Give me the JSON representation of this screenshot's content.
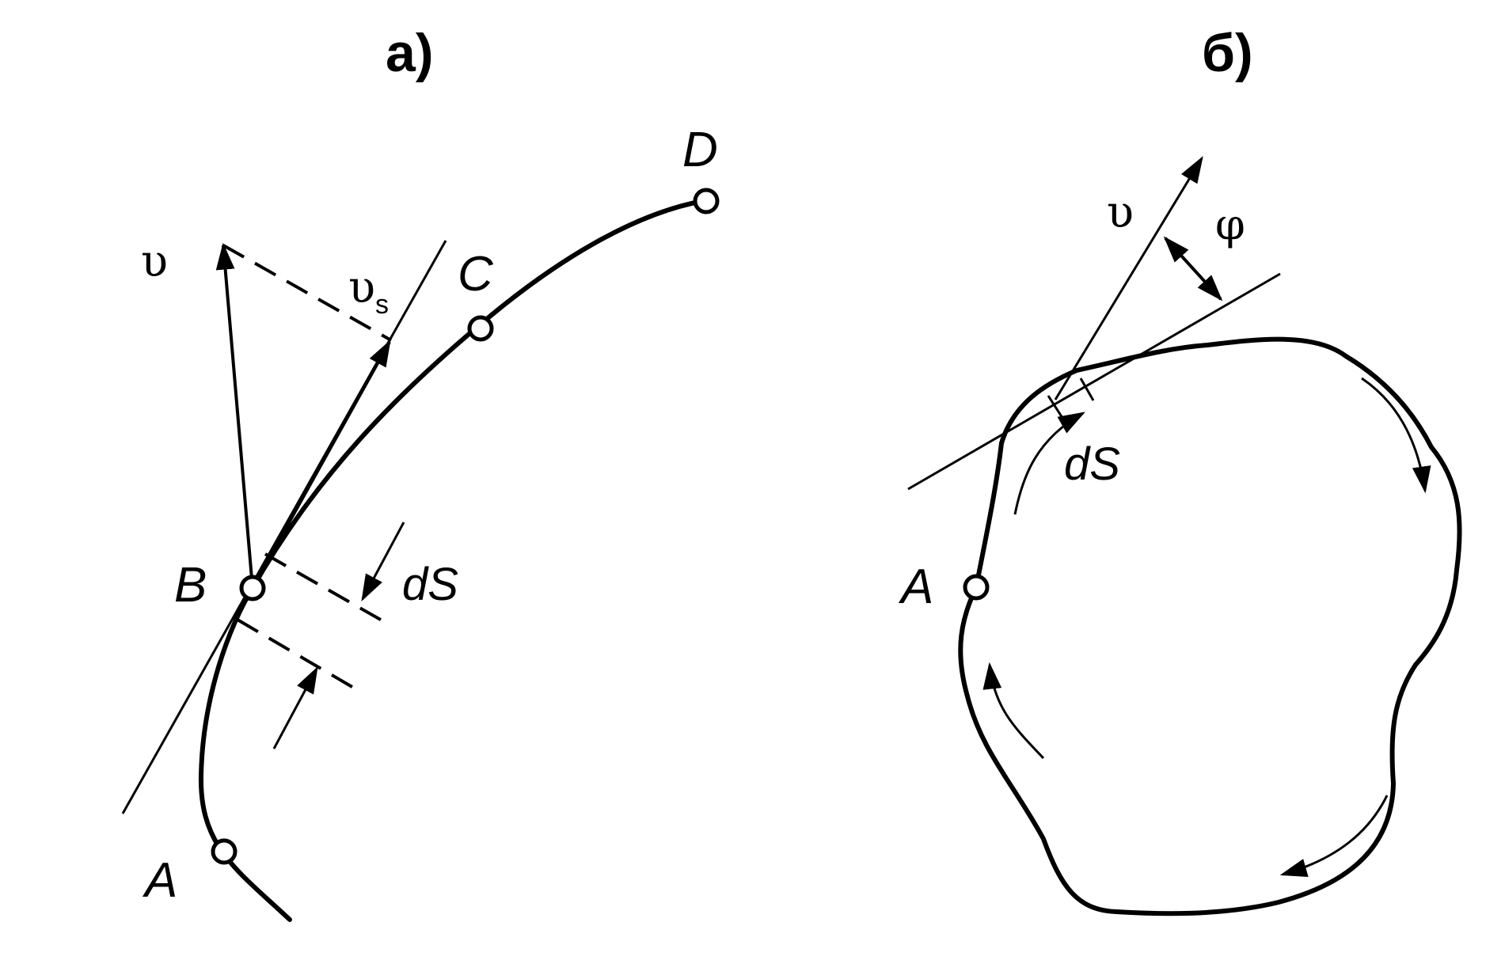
{
  "panel_a": {
    "title": "а)",
    "labels": {
      "A": "A",
      "B": "B",
      "C": "C",
      "D": "D",
      "v": "υ",
      "vs_main": "υ",
      "vs_sub": "s",
      "dS": "dS"
    }
  },
  "panel_b": {
    "title": "б)",
    "labels": {
      "A": "A",
      "v": "υ",
      "phi": "φ",
      "dS": "dS"
    }
  },
  "colors": {
    "ink": "#000000",
    "background": "#ffffff"
  }
}
